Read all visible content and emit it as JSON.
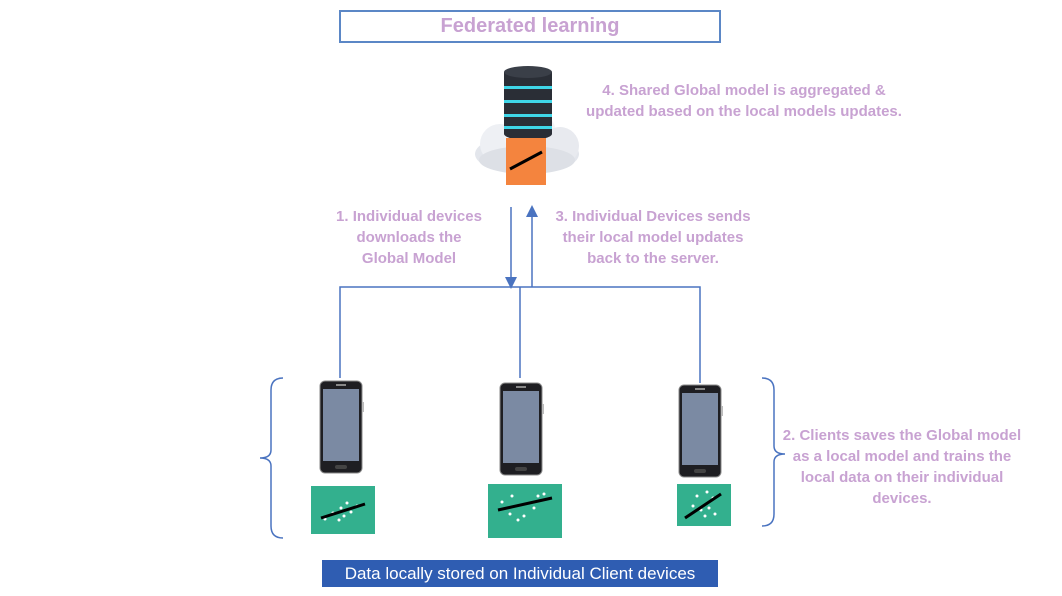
{
  "title": "Federated learning",
  "steps": {
    "step1": [
      "1. Individual devices",
      "downloads the",
      "Global Model"
    ],
    "step2": [
      "2. Clients saves the Global model",
      "as a local model and trains the",
      "local data on their individual",
      "devices."
    ],
    "step3": [
      "3. Individual Devices sends",
      "their local model updates",
      "back to the server."
    ],
    "step4": [
      "4. Shared Global model is aggregated &",
      "updated based on the local models updates."
    ]
  },
  "bottom_label": "Data locally stored on Individual Client devices",
  "icons": {
    "server": "database-server-icon",
    "cloud": "cloud-icon",
    "phone": "smartphone-icon",
    "data": "scatter-plot-regression-icon"
  },
  "colors": {
    "caption": "#c8a2d2",
    "connector": "#4a73c0",
    "model_box": "#f4843e",
    "data_box": "#33b08e",
    "label_bg": "#2f5db2"
  }
}
